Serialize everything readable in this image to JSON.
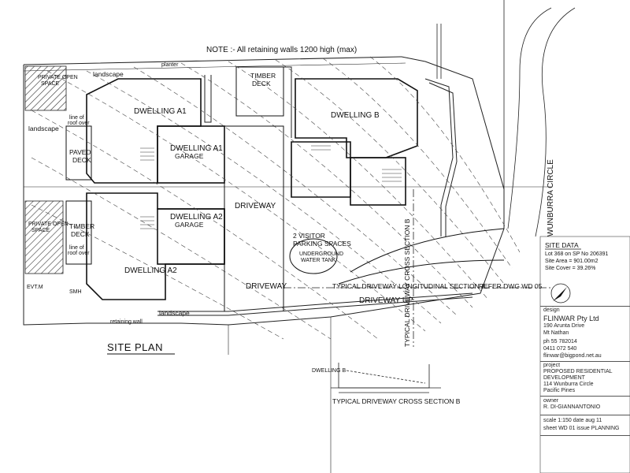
{
  "note": "NOTE :- All retaining walls 1200 high (max)",
  "title": "SITE PLAN",
  "street": "WUNBURRA CIRCLE",
  "dwellings": {
    "a1": "DWELLING A1",
    "a1_garage": [
      "DWELLING A1",
      "GARAGE"
    ],
    "a2": "DWELLING A2",
    "a2_garage": [
      "DWELLING A2",
      "GARAGE"
    ],
    "b": "DWELLING B"
  },
  "labels": {
    "landscape_1": "landscape",
    "landscape_2": "landscape",
    "landscape_3": "landscape",
    "paved_deck": [
      "PAVED",
      "DECK"
    ],
    "timber_deck_left": [
      "TIMBER",
      "DECK"
    ],
    "timber_deck_top": [
      "TIMBER",
      "DECK"
    ],
    "driveway_1": "DRIVEWAY",
    "driveway_2": "DRIVEWAY",
    "driveway_up": "DRIVEWAY UP",
    "visitor": [
      "2 VISITOR",
      "PARKING SPACES"
    ],
    "water_tank": [
      "UNDERGROUND",
      "WATER TANK"
    ],
    "cross_section": "TYPICAL DRIVEWAY CROSS SECTION B",
    "long_section": "TYPICAL DRIVEWAY LONGITUDINAL SECTION A",
    "refer": "REFER DWG WD 05",
    "dwelling_b_small": "DWELLING B",
    "retaining_wall": "retaining wall",
    "planter": "planter",
    "private_os_1": [
      "PRIVATE OPEN",
      "SPACE"
    ],
    "private_os_2": [
      "PRIVATE OPEN",
      "SPACE"
    ],
    "line_roof_1": [
      "line of",
      "roof over"
    ],
    "line_roof_2": [
      "line of",
      "roof over"
    ],
    "section_b_vertical": "TYPICAL DRIVEWAY CROSS SECTION B",
    "evt": "EVT.M",
    "smh": "SMH"
  },
  "site_data": {
    "heading": "SITE DATA",
    "lot": "Lot 368 on SP No 206391",
    "area": "Site Area    =  901.00m2",
    "cover": "Site Cover   =   39.26%"
  },
  "titleblock": {
    "design_label": "design",
    "company": "FLINWAR Pty Ltd",
    "address1": "190 Arunta Drive",
    "address2": "Mt Nathan",
    "phone": "ph 55 782014",
    "mobile": "0411 072 540",
    "email": "flinwar@bigpond.net.au",
    "project_label": "project",
    "project1": "PROPOSED RESIDENTIAL",
    "project2": "DEVELOPMENT",
    "project3": "114 Wunburra Circle",
    "project4": "Pacific Pines",
    "owner_label": "owner",
    "owner": "R. DI-GIANNANTONIO",
    "scale": "scale   1:150     date  aug 11",
    "sheet": "sheet   WD 01     issue PLANNING"
  }
}
